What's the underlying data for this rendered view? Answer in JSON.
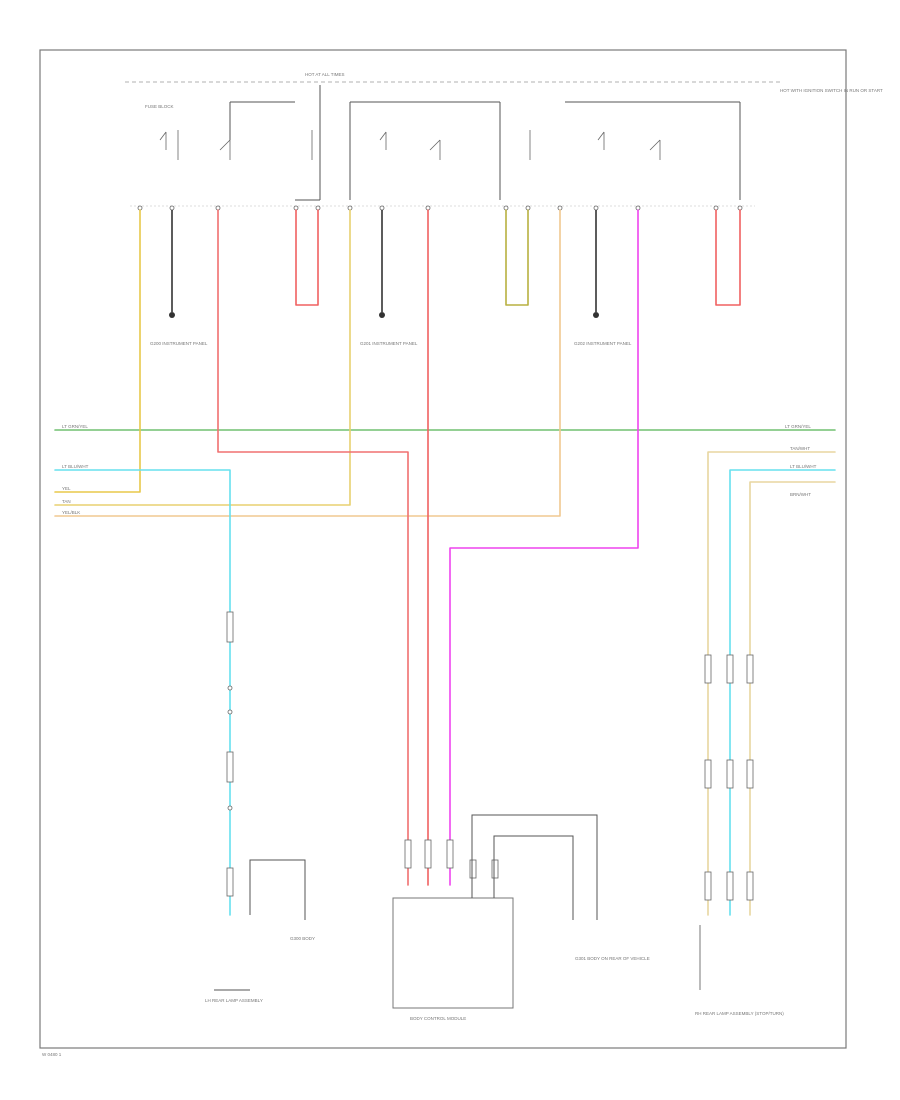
{
  "diagram": {
    "type": "wiring-diagram",
    "top_bus_label": "HOT AT ALL TIMES",
    "right_note": "HOT WITH IGNITION SWITCH IN RUN OR START",
    "components": [
      {
        "id": "fuse-block",
        "label": "FUSE BLOCK"
      },
      {
        "id": "ground-1",
        "label": "G200 INSTRUMENT PANEL"
      },
      {
        "id": "ground-2",
        "label": "G201 INSTRUMENT PANEL"
      },
      {
        "id": "ground-3",
        "label": "G202 INSTRUMENT PANEL"
      },
      {
        "id": "ground-4",
        "label": "G300 BODY"
      },
      {
        "id": "ground-5",
        "label": "G301 BODY ON REAR OF VEHICLE"
      },
      {
        "id": "body-module",
        "label": "BODY CONTROL MODULE"
      },
      {
        "id": "left-lamp",
        "label": "LH REAR LAMP ASSEMBLY"
      },
      {
        "id": "right-lamp",
        "label": "RH REAR LAMP ASSEMBLY (STOP/TURN)"
      }
    ],
    "connector_labels": {
      "left": [
        "LT GRN/YEL",
        "LT BLU/WHT",
        "YEL",
        "TAN",
        "YEL/BLK"
      ],
      "right": [
        "LT GRN/YEL",
        "TAN/WHT",
        "LT BLU/WHT",
        "BRN/WHT"
      ]
    },
    "footer_code": "W 0480 1",
    "colors": {
      "yellow": "#e8c84a",
      "red": "#f06060",
      "pink": "#f08a9a",
      "magenta": "#ee44ee",
      "green": "#60c060",
      "cyan": "#55ddee",
      "tan": "#e8d6a0",
      "olive": "#b8b040",
      "black": "#333333"
    }
  }
}
